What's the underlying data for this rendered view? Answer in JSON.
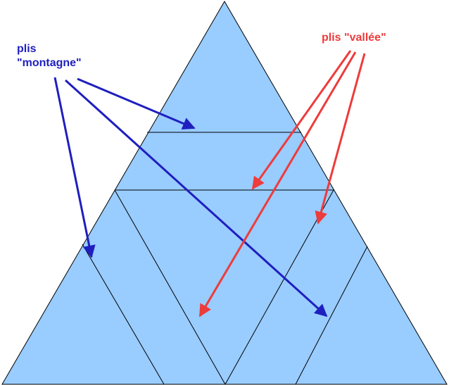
{
  "labels": {
    "mountain_line1": "plis",
    "mountain_line2": "\"montagne\"",
    "valley": "plis \"vallée\""
  },
  "colors": {
    "triangle_fill": "#99CCFF",
    "fold_line": "#000000",
    "mountain": "#1F1FBF",
    "valley": "#EE3B3B",
    "background": "#FFFFFF"
  }
}
